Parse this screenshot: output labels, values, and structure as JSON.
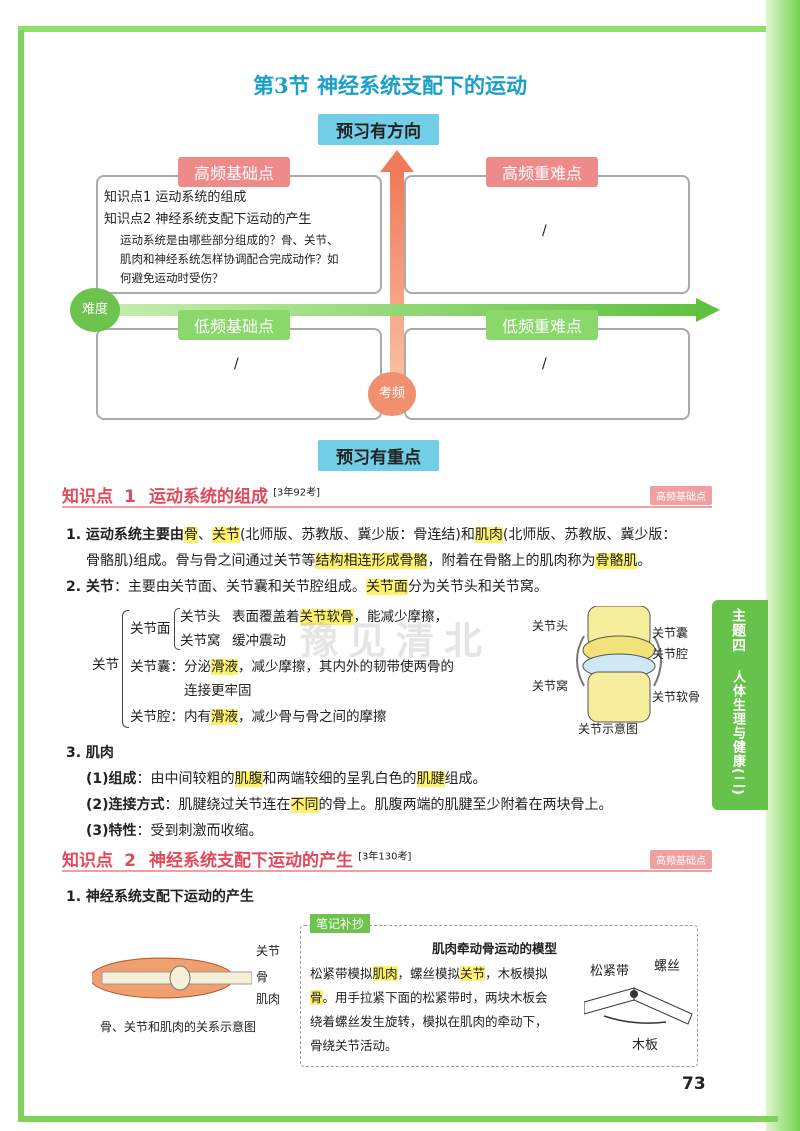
{
  "page_title": "第3节  神经系统支配下的运动",
  "section1_banner": "预习有方向",
  "section2_banner": "预习有重点",
  "quadrants": {
    "top_left_tag": "高频基础点",
    "top_right_tag": "高频重难点",
    "bottom_left_tag": "低频基础点",
    "bottom_right_tag": "低频重难点",
    "top_left_items": [
      "知识点1  运动系统的组成",
      "知识点2  神经系统支配下运动的产生"
    ],
    "top_left_question": [
      "运动系统是由哪些部分组成的？骨、关节、",
      "肌肉和神经系统怎样协调配合完成动作？如",
      "何避免运动时受伤？"
    ],
    "top_right_value": "/",
    "bottom_left_value": "/",
    "bottom_right_value": "/",
    "difficulty_label": "难度",
    "frequency_label": "考频"
  },
  "kp1": {
    "prefix": "知识点",
    "number": "1",
    "title": "运动系统的组成",
    "note": "[3年92考]",
    "badge": "高频基础点"
  },
  "kp2": {
    "prefix": "知识点",
    "number": "2",
    "title": "神经系统支配下运动的产生",
    "note": "[3年130考]",
    "badge": "高频基础点"
  },
  "p1": {
    "line1": [
      "1. 运动系统主要由",
      "骨",
      "、",
      "关节",
      "(北师版、苏教版、冀少版：骨连结)和",
      "肌肉",
      "(北师版、苏教版、冀少版："
    ],
    "line2": [
      "骨骼肌)组成。骨与骨之间通过关节等",
      "结构相连形成骨骼",
      "，附着在骨骼上的肌肉称为",
      "骨骼肌",
      "。"
    ]
  },
  "p2": {
    "line": [
      "2. 关节",
      "：主要由关节面、关节囊和关节腔组成。",
      "关节面",
      "分为关节头和关节窝。"
    ]
  },
  "joint_tree": {
    "root": "关节",
    "surface": "关节面",
    "head": "关节头",
    "socket": "关节窝",
    "surface_desc": [
      "表面覆盖着",
      "关节软骨",
      "，能减少摩擦，"
    ],
    "surface_desc2": "缓冲震动",
    "capsule": [
      "关节囊：分泌",
      "滑液",
      "，减少摩擦，其内外的韧带使两骨的"
    ],
    "capsule2": "连接更牢固",
    "cavity": [
      "关节腔：内有",
      "滑液",
      "，减少骨与骨之间的摩擦"
    ]
  },
  "joint_diagram": {
    "caption": "关节示意图",
    "labels": [
      "关节头",
      "关节窝",
      "关节囊",
      "关节腔",
      "关节软骨"
    ]
  },
  "p3": {
    "heading": "3. 肌肉",
    "item1": [
      "(1)组成",
      "：由中间较粗的",
      "肌腹",
      "和两端较细的呈乳白色的",
      "肌腱",
      "组成。"
    ],
    "item2": [
      "(2)连接方式",
      "：肌腱绕过关节连在",
      "不同",
      "的骨上。肌腹两端的肌腱至少附着在两块骨上。"
    ],
    "item3": [
      "(3)特性",
      "：受到刺激而收缩。"
    ]
  },
  "kp2_heading": "1. 神经系统支配下运动的产生",
  "muscle_diagram": {
    "labels": [
      "关节",
      "骨",
      "肌肉"
    ],
    "caption": "骨、关节和肌肉的关系示意图"
  },
  "note": {
    "tag": "笔记补抄",
    "title": "肌肉牵动骨运动的模型",
    "lines": [
      [
        "松紧带模拟",
        "肌肉",
        "，螺丝模拟",
        "关节",
        "，木板模拟"
      ],
      [
        "骨",
        "。用手拉紧下面的松紧带时，两块木板会"
      ],
      [
        "绕着螺丝发生旋转，模拟在肌肉的牵动下，"
      ],
      [
        "骨绕关节活动。"
      ]
    ],
    "diagram_labels": [
      "松紧带",
      "螺丝",
      "木板"
    ]
  },
  "side_tab": {
    "top": "主题四",
    "bottom": "人体生理与健康(二)"
  },
  "watermark": "豫见清北",
  "page_number": "73",
  "colors": {
    "accent": "#1aa0c8",
    "highlight": "#fff26a",
    "kp_red": "#e24a5a",
    "green": "#66c24a"
  }
}
